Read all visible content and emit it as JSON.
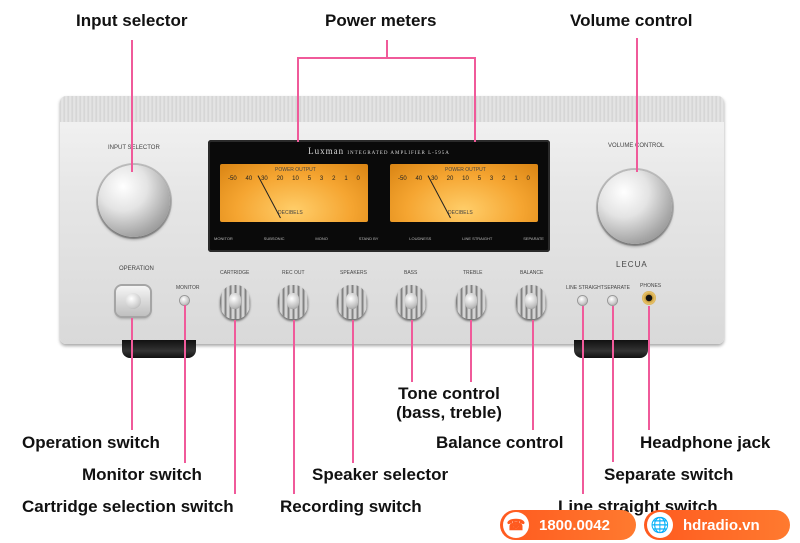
{
  "callouts": {
    "input_selector": "Input selector",
    "power_meters": "Power meters",
    "volume_control": "Volume control",
    "tone_control_line1": "Tone control",
    "tone_control_line2": "(bass, treble)",
    "operation_switch": "Operation switch",
    "monitor_switch": "Monitor switch",
    "cartridge_selection_switch": "Cartridge selection switch",
    "speaker_selector": "Speaker selector",
    "recording_switch": "Recording switch",
    "balance_control": "Balance control",
    "headphone_jack": "Headphone jack",
    "separate_switch": "Separate switch",
    "line_straight_switch": "Line straight switch"
  },
  "amp": {
    "brand": "Luxman",
    "model_line": "INTEGRATED AMPLIFIER L-595A",
    "input_selector_label": "INPUT SELECTOR",
    "volume_control_label": "VOLUME CONTROL",
    "lecua": "LECUA",
    "operation_label": "OPERATION",
    "monitor_label": "MONITOR",
    "knob_labels": [
      "CARTRIDGE",
      "REC OUT",
      "SPEAKERS",
      "BASS",
      "TREBLE",
      "BALANCE"
    ],
    "right_labels": [
      "LINE STRAIGHT",
      "SEPARATE",
      "PHONES"
    ],
    "meter_title": "POWER OUTPUT",
    "meter_unit": "DECIBELS",
    "meter_scale": [
      "-50",
      "40",
      "30",
      "20",
      "10",
      "5",
      "3",
      "2",
      "1",
      "0"
    ],
    "meter_bottom": [
      "MONITOR",
      "SUBSONIC",
      "MONO",
      "STAND BY",
      "LOUDNESS",
      "LINE STRAIGHT",
      "SEPARATE"
    ]
  },
  "footer": {
    "phone": "1800.0042",
    "website": "hdradio.vn",
    "phone_icon": "phone-icon",
    "web_icon": "globe-icon"
  },
  "colors": {
    "leader_line": "#f05a9a",
    "meter_face": "#f5a531",
    "accent": "#ff5a1f"
  }
}
